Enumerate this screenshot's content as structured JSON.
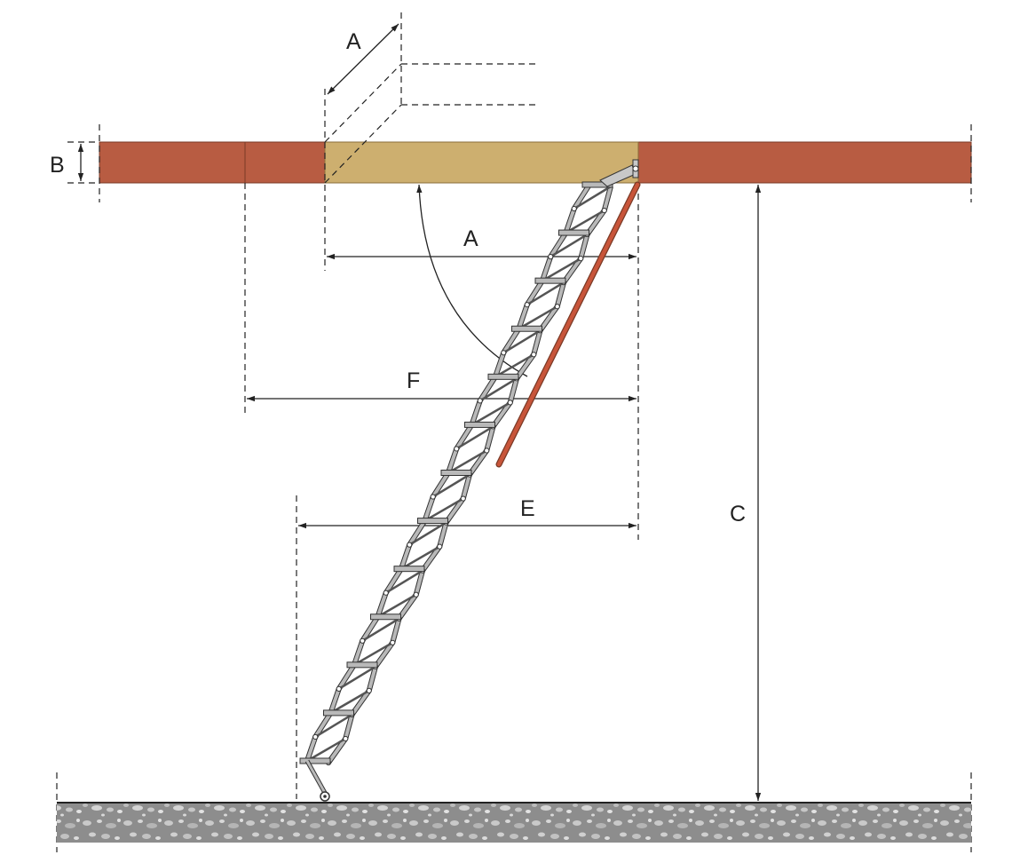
{
  "labels": {
    "a_top": "A",
    "a_mid": "A",
    "b": "B",
    "c": "C",
    "e": "E",
    "f": "F"
  },
  "colors": {
    "ceiling": "#b85c42",
    "hatch_panel": "#cdaf6f",
    "ladder_metal": "#b9b9b9",
    "handrail": "#c8553a",
    "floor": "#8d8d8d",
    "line": "#222222"
  },
  "icons": {
    "hinge": "hinge-icon",
    "foot": "ladder-foot-icon"
  }
}
